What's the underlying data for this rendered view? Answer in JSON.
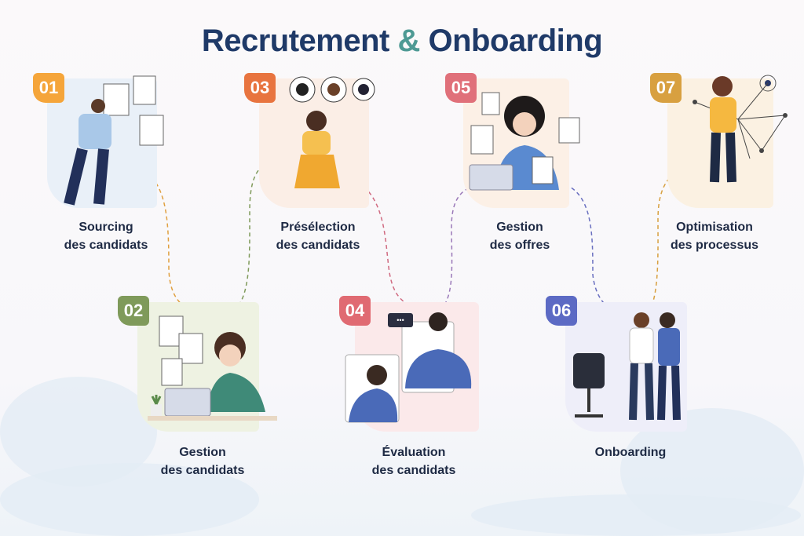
{
  "title": {
    "part1": "Recrutement",
    "amp": "&",
    "part2": "Onboarding"
  },
  "steps": [
    {
      "number": "01",
      "line1": "Sourcing",
      "line2": "des candidats",
      "color": "#f5a53a",
      "panel": "#e9f0f8"
    },
    {
      "number": "02",
      "line1": "Gestion",
      "line2": "des candidats",
      "color": "#7f9a5a",
      "panel": "#eef2e2"
    },
    {
      "number": "03",
      "line1": "Présélection",
      "line2": "des candidats",
      "color": "#e8743f",
      "panel": "#fbeee6"
    },
    {
      "number": "04",
      "line1": "Évaluation",
      "line2": "des candidats",
      "color": "#e06a72",
      "panel": "#fbe9ea"
    },
    {
      "number": "05",
      "line1": "Gestion",
      "line2": "des offres",
      "color": "#e0707a",
      "panel": "#fcf0e6"
    },
    {
      "number": "06",
      "line1": "Onboarding",
      "line2": "",
      "color": "#5c6ac4",
      "panel": "#eeeef9"
    },
    {
      "number": "07",
      "line1": "Optimisation",
      "line2": "des processus",
      "color": "#d8a040",
      "panel": "#fbf1e2"
    }
  ],
  "chat_bubble": "•••"
}
